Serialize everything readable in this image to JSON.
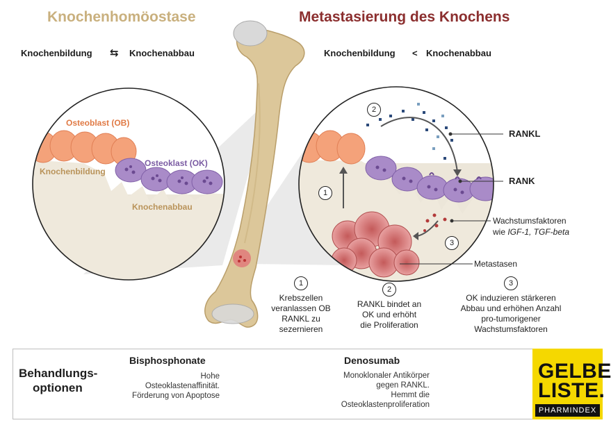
{
  "header": {
    "left_title": "Knochenhomöostase",
    "right_title": "Metastasierung des Knochens",
    "left_sub_formation": "Knochenbildung",
    "left_sub_symbol": "⇆",
    "left_sub_resorption": "Knochenabbau",
    "right_sub_formation": "Knochenbildung",
    "right_sub_symbol": "<",
    "right_sub_resorption": "Knochenabbau"
  },
  "left_circle": {
    "osteoblast": "Osteoblast (OB)",
    "osteoclast": "Osteoklast (OK)",
    "formation": "Knochenbildung",
    "resorption": "Knochenabbau"
  },
  "right_circle": {
    "rankl": "RANKL",
    "rank": "RANK",
    "growth_line1": "Wachstumsfaktoren",
    "growth_line2_prefix": "wie ",
    "growth_line2_italic": "IGF-1, TGF-beta",
    "metastases": "Metastasen",
    "marker1": "1",
    "marker2": "2",
    "marker3": "3"
  },
  "steps": [
    {
      "num": "1",
      "text": [
        "Krebszellen",
        "veranlassen OB",
        "RANKL zu",
        "sezernieren"
      ]
    },
    {
      "num": "2",
      "text": [
        "RANKL bindet an",
        "OK und erhöht",
        "die Proliferation"
      ]
    },
    {
      "num": "3",
      "text": [
        "OK induzieren stärkeren",
        "Abbau und erhöhen Anzahl",
        "pro-tumorigener",
        "Wachstumsfaktoren"
      ]
    }
  ],
  "treatment": {
    "title_line1": "Behandlungs-",
    "title_line2": "optionen",
    "bisphosphonate": {
      "title": "Bisphosphonate",
      "text": [
        "Hohe",
        "Osteoklastenaffinität.",
        "Förderung von Apoptose"
      ]
    },
    "denosumab": {
      "title": "Denosumab",
      "text": [
        "Monoklonaler Antikörper",
        "gegen RANKL.",
        "Hemmt die",
        "Osteoklastenproliferation"
      ]
    }
  },
  "logo": {
    "line1": "GELBE",
    "line2": "LISTE.",
    "bar": "PHARMINDEX"
  },
  "colors": {
    "bone": "#dcc79a",
    "bone_dark": "#b99e6a",
    "osteoblast": "#f4a27a",
    "osteoclast": "#a98bc8",
    "tumor": "#d98484",
    "logo_yellow": "#f5d800"
  }
}
